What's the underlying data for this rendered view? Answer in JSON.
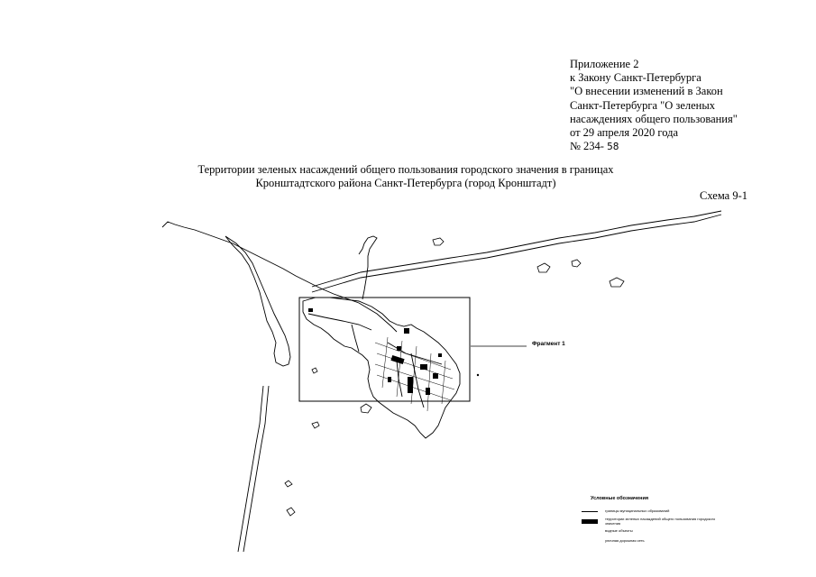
{
  "header": {
    "line1": "Приложение 2",
    "line2": "к Закону Санкт-Петербурга",
    "line3": "\"О внесении изменений в Закон",
    "line4": "Санкт-Петербурга \"О зеленых",
    "line5": "насаждениях общего пользования\"",
    "line6": "от 29 апреля 2020 года",
    "number_prefix": "№ 234-",
    "number_hand": "58"
  },
  "title": {
    "line1": "Территории зеленых насаждений общего пользования городского значения в границах",
    "line2": "Кронштадтского района Санкт-Петербурга (город Кронштадт)"
  },
  "scheme_label": "Схема 9-1",
  "fragment_label": "Фрагмент 1",
  "legend": {
    "title": "Условные обозначения",
    "items": [
      {
        "symbol": "line",
        "text": "границы муниципальных образований"
      },
      {
        "symbol": "fill",
        "text": "территории зеленых насаждений общего пользования городского значения"
      },
      {
        "symbol": "none",
        "text": "водные объекты"
      },
      {
        "symbol": "none",
        "text": "уличная дорожная сеть"
      }
    ]
  },
  "colors": {
    "ink": "#000000",
    "paper": "#ffffff"
  }
}
